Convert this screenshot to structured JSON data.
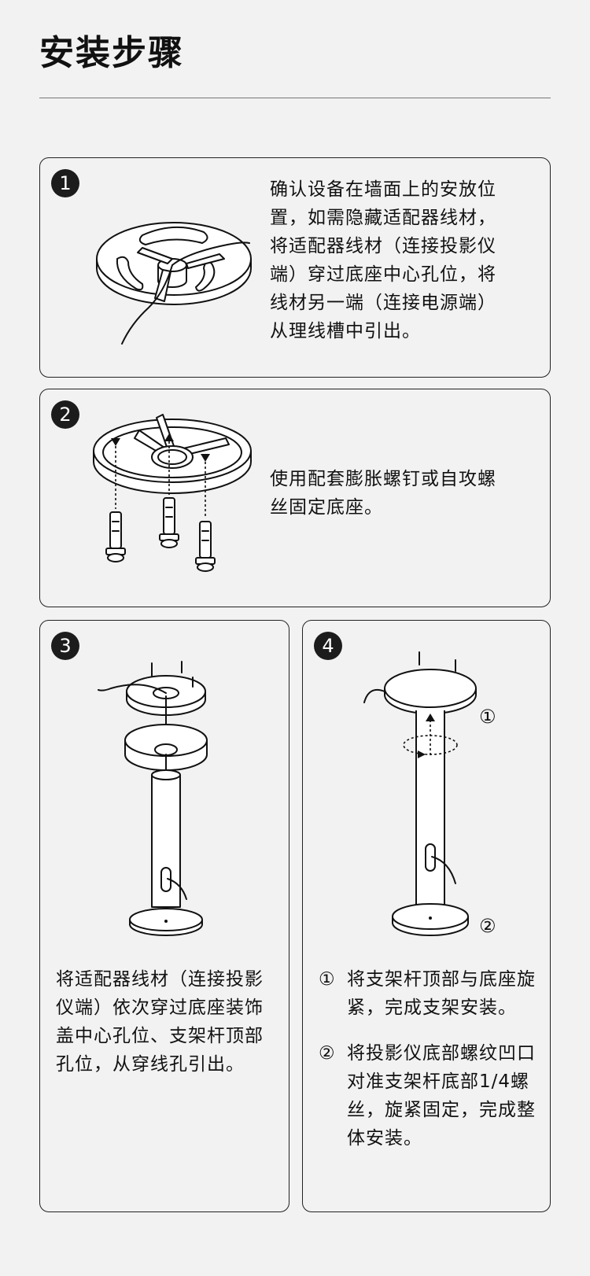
{
  "page": {
    "title": "安装步骤"
  },
  "steps": [
    {
      "number": "1",
      "text": "确认设备在墙面上的安放位置，如需隐藏适配器线材，将适配器线材（连接投影仪端）穿过底座中心孔位，将线材另一端（连接电源端）从理线槽中引出。"
    },
    {
      "number": "2",
      "text": "使用配套膨胀螺钉或自攻螺丝固定底座。"
    },
    {
      "number": "3",
      "text": "将适配器线材（连接投影仪端）依次穿过底座装饰盖中心孔位、支架杆顶部孔位，从穿线孔引出。"
    },
    {
      "number": "4",
      "callout_1": "①",
      "callout_2": "②",
      "items": [
        {
          "num": "①",
          "text": "将支架杆顶部与底座旋紧，完成支架安装。"
        },
        {
          "num": "②",
          "text": "将投影仪底部螺纹凹口对准支架杆底部1/4螺丝，旋紧固定，完成整体安装。"
        }
      ]
    }
  ]
}
